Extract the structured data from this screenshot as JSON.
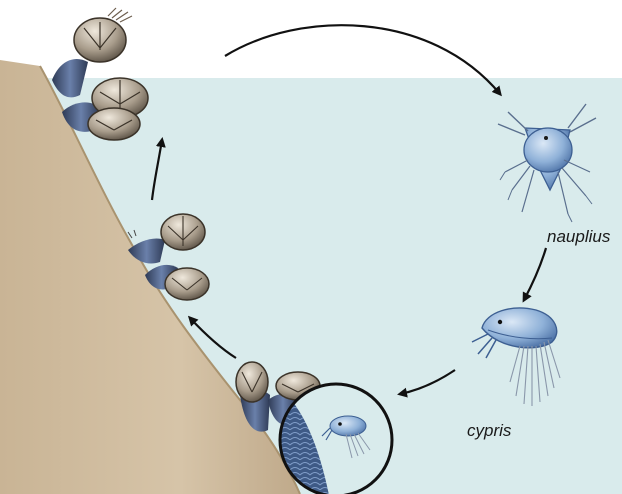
{
  "labels": {
    "nauplius": "nauplius",
    "cypris": "cypris"
  },
  "colors": {
    "water": "#d9ebec",
    "rock": "#cdb99c",
    "rock_shade": "#b9a383",
    "larva": "#8fb1d8",
    "larva_dark": "#4f74a8",
    "stalk": "#3f4f70",
    "shell": "#a79b8a",
    "arrow": "#111111"
  },
  "icons": [
    "barnacle-cluster",
    "nauplius-larva",
    "cypris-larva",
    "magnifier-inset"
  ]
}
